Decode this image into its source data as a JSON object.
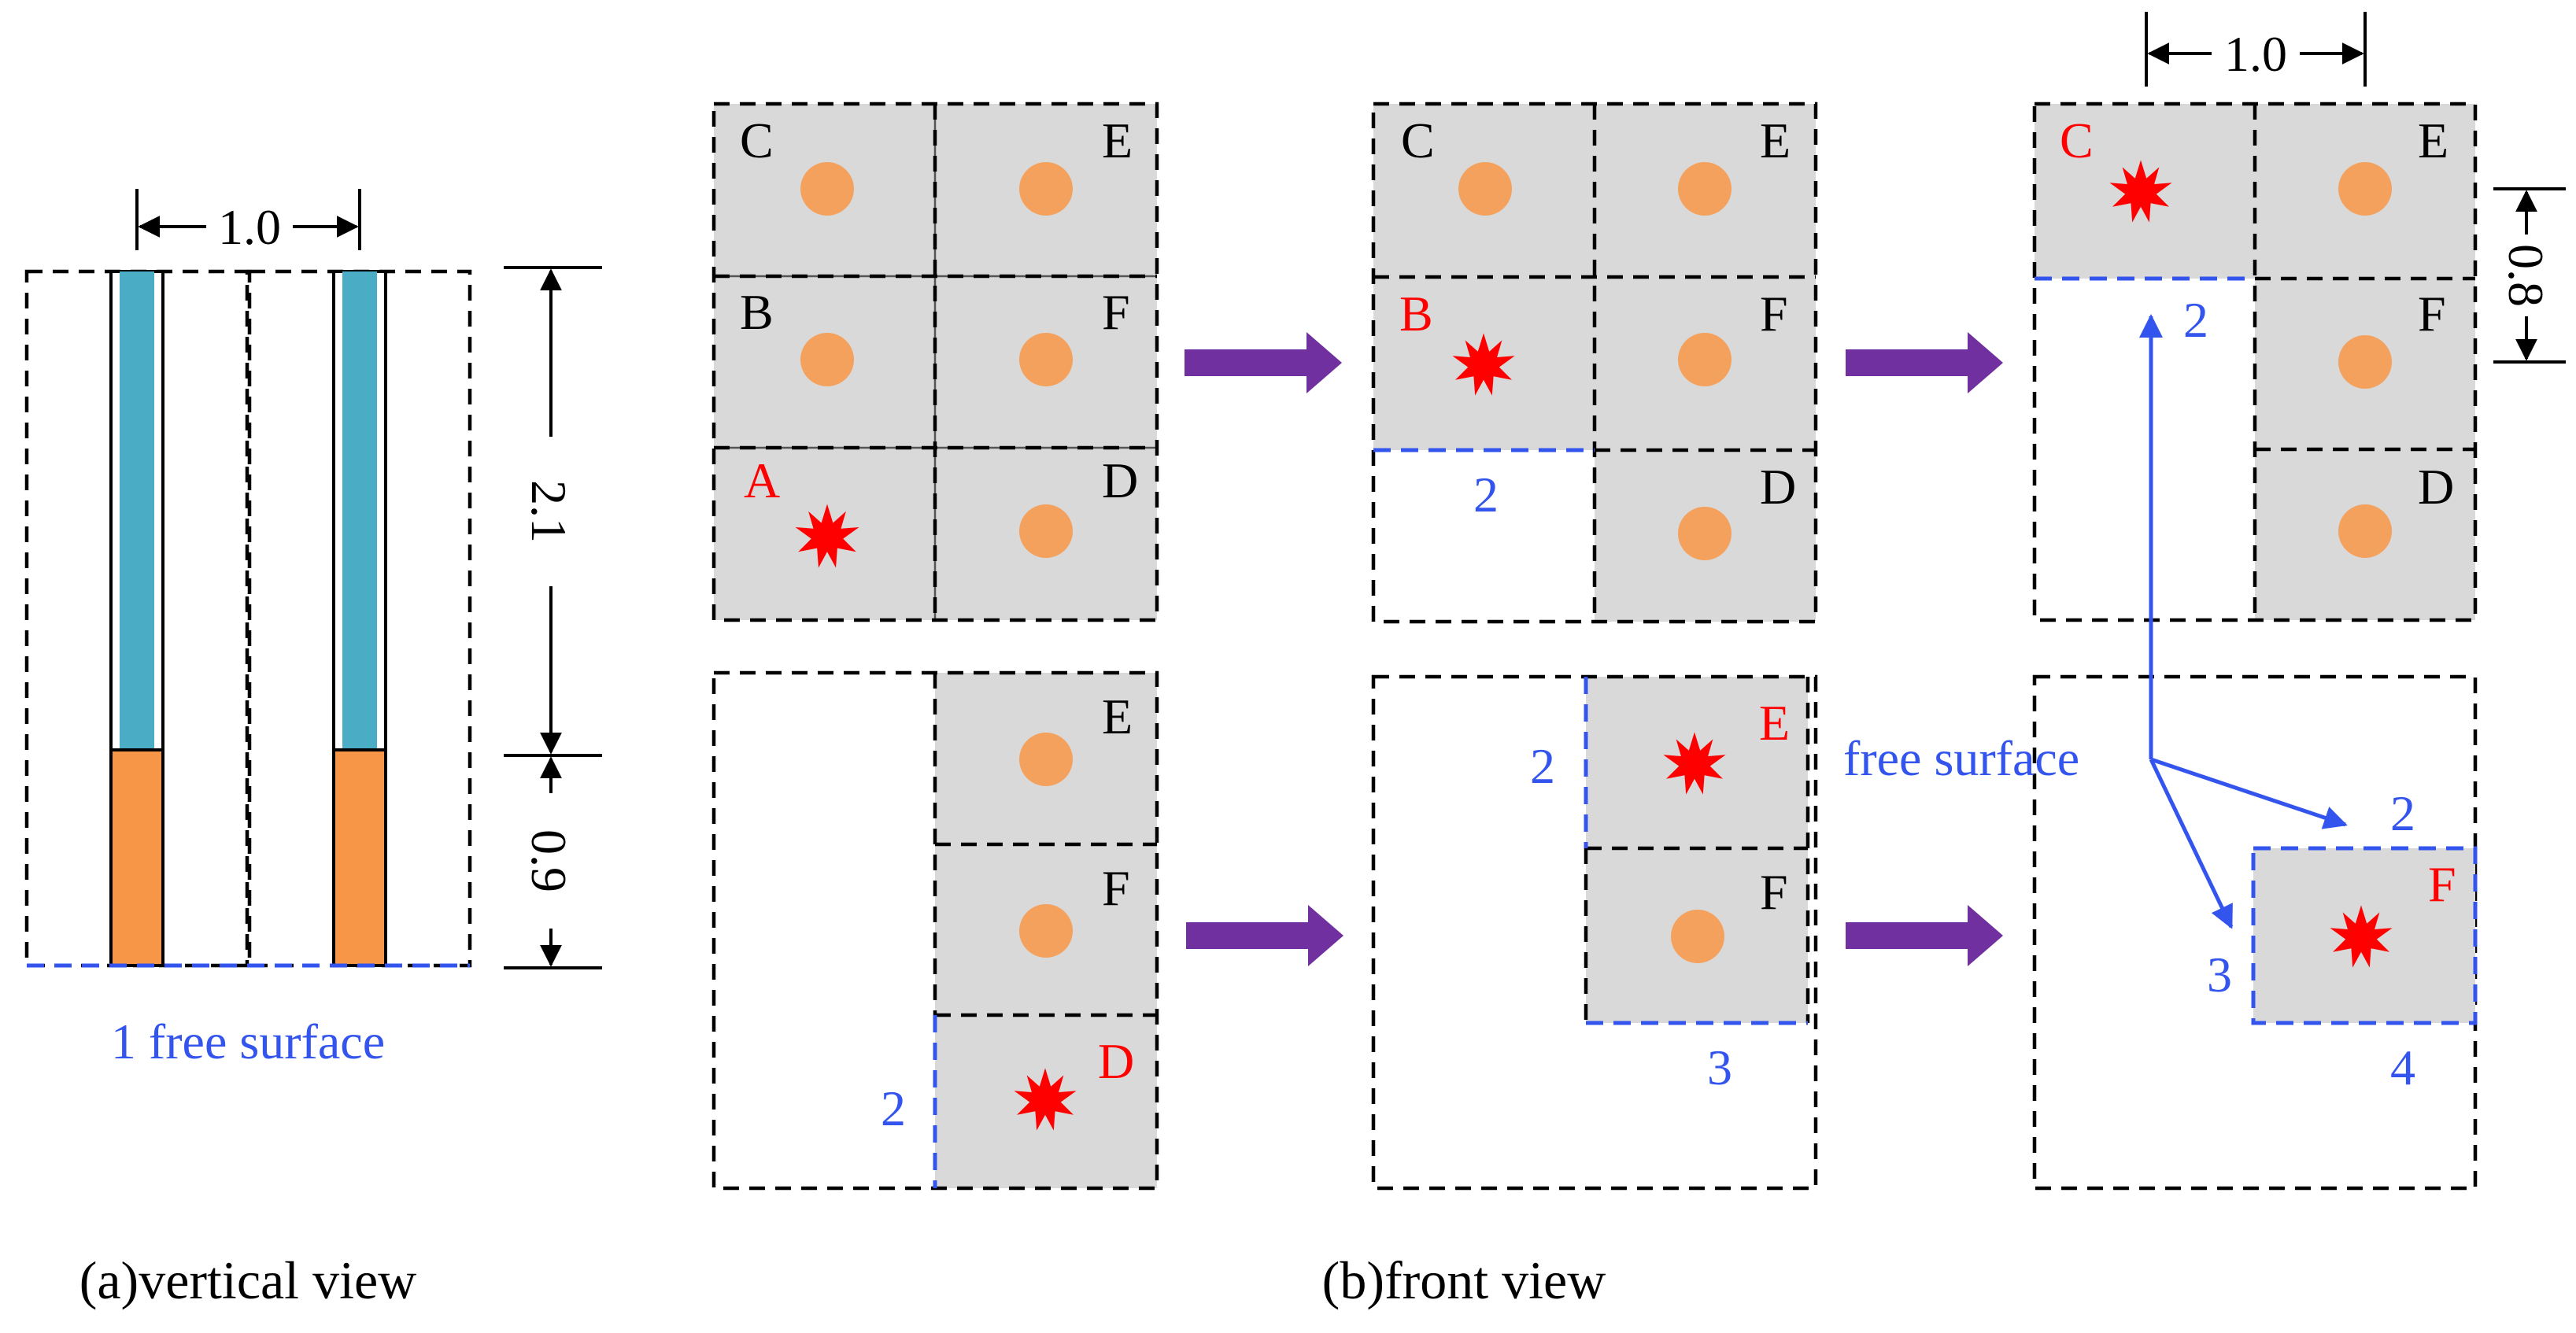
{
  "vertical_view": {
    "spacing_label": "1.0",
    "dim_upper": "2.1",
    "dim_lower": "0.9",
    "free_surface_label": "1 free surface",
    "caption": "(a)vertical view",
    "colors": {
      "stemming": "#4bacc6",
      "charge": "#f79646"
    }
  },
  "front_view": {
    "caption": "(b)front view",
    "spacing_label": "1.0",
    "row_spacing_label": "0.8",
    "free_surface_label": "free surface",
    "holes": {
      "A": "A",
      "B": "B",
      "C": "C",
      "D": "D",
      "E": "E",
      "F": "F"
    },
    "free_surface_numbers": {
      "s2_B": "2",
      "s3_C": "2",
      "s4_D": "2",
      "s5_E": "2",
      "s5_F": "3",
      "s6_top": "2",
      "s6_left": "3",
      "s6_bottom": "4"
    },
    "colors": {
      "detonated": "#ff0000",
      "free_surface": "#3355ee",
      "step_arrow": "#7030a0",
      "hole": "#f4a15d",
      "rock": "#d9d9d9"
    }
  }
}
